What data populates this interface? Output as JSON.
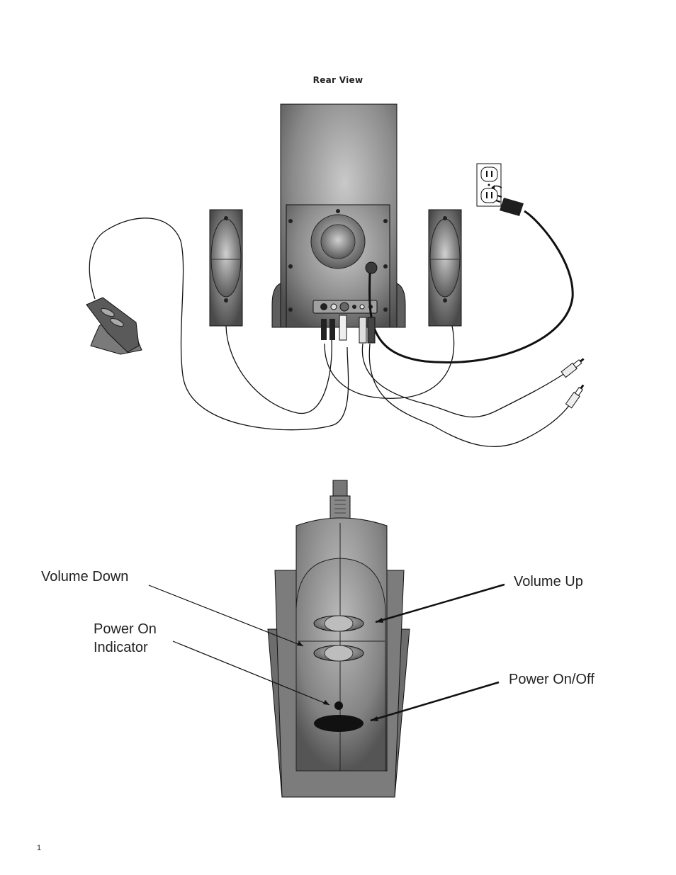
{
  "rear_view": {
    "title": "Rear View"
  },
  "remote_labels": {
    "volume_down": "Volume Down",
    "power_on_indicator_line1": "Power On",
    "power_on_indicator_line2": "Indicator",
    "volume_up": "Volume Up",
    "power_on_off": "Power On/Off"
  },
  "page_number": "1",
  "colors": {
    "body_dark": "#555555",
    "body_mid": "#8a8a8a",
    "body_light": "#bdbdbd",
    "line": "#111111"
  }
}
